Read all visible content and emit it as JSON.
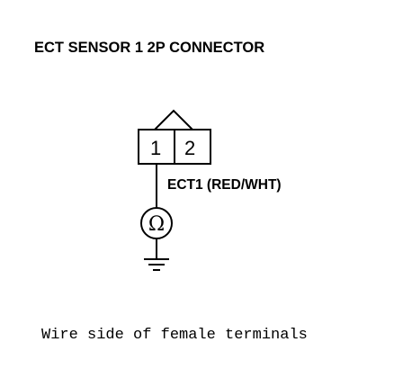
{
  "diagram": {
    "title": "ECT SENSOR 1 2P CONNECTOR",
    "connector": {
      "pins": [
        "1",
        "2"
      ]
    },
    "wire_label": "ECT1 (RED/WHT)",
    "meter_symbol": "Ω",
    "caption": "Wire side of female terminals"
  }
}
